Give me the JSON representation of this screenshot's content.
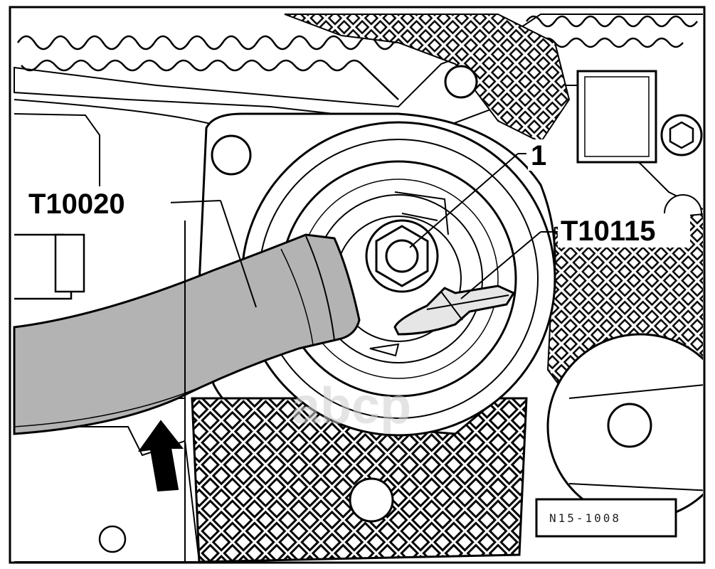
{
  "diagram": {
    "callouts": {
      "tool_a": "T10020",
      "part_1": "1",
      "tool_b": "T10115"
    },
    "figure_number": "N15-1008",
    "watermark": "abcp",
    "arrow_symbol": "arrow-up-icon"
  }
}
